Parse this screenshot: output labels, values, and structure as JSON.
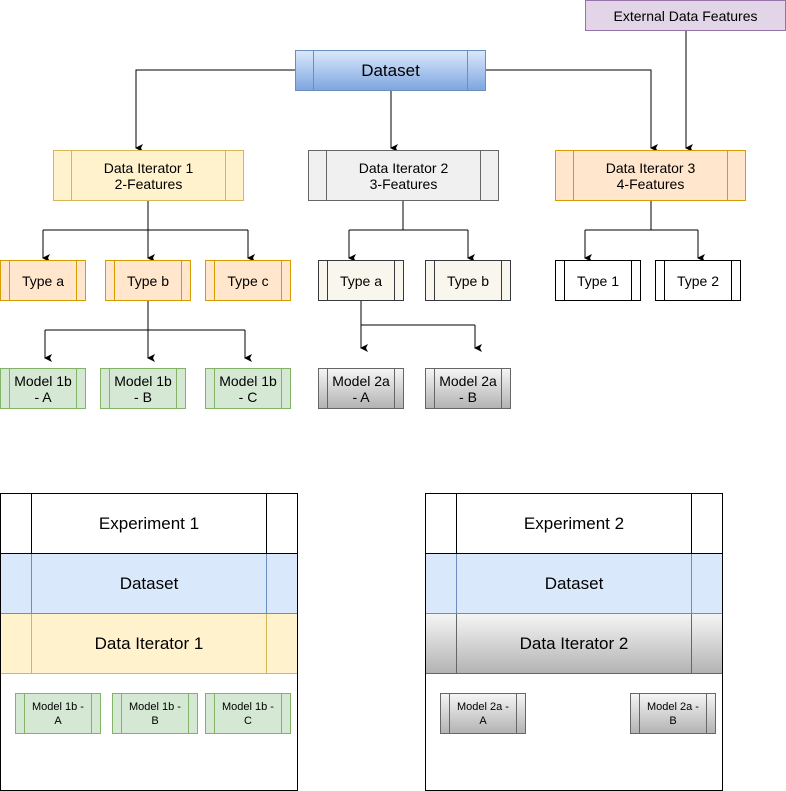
{
  "diagram": {
    "external_features": "External Data Features",
    "dataset": "Dataset",
    "iterators": [
      {
        "label": "Data Iterator 1\n2-Features"
      },
      {
        "label": "Data Iterator 2\n3-Features"
      },
      {
        "label": "Data Iterator 3\n4-Features"
      }
    ],
    "iter1_types": [
      "Type a",
      "Type b",
      "Type c"
    ],
    "iter2_types": [
      "Type a",
      "Type b"
    ],
    "iter3_types": [
      "Type 1",
      "Type 2"
    ],
    "models_1b": [
      "Model 1b\n- A",
      "Model 1b\n- B",
      "Model 1b\n- C"
    ],
    "models_2a": [
      "Model 2a\n- A",
      "Model 2a\n- B"
    ]
  },
  "experiments": [
    {
      "title": "Experiment 1",
      "dataset": "Dataset",
      "iterator": "Data Iterator 1",
      "models": [
        "Model 1b -\nA",
        "Model 1b -\nB",
        "Model 1b -\nC"
      ]
    },
    {
      "title": "Experiment 2",
      "dataset": "Dataset",
      "iterator": "Data Iterator 2",
      "models": [
        "Model 2a -\nA",
        "Model 2a -\nB"
      ]
    }
  ],
  "colors": {
    "dataset_blue": "#dae8fc",
    "iterator1_yellow": "#fff2cc",
    "iterator3_orange": "#ffe6cc",
    "model1b_green": "#d5e8d4",
    "external_purple": "#e1d5e7"
  }
}
